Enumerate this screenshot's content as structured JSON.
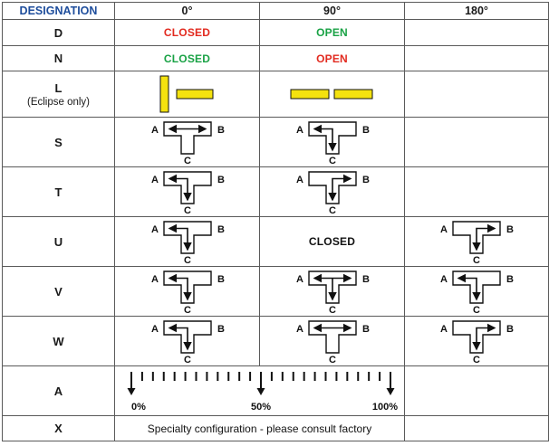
{
  "colors": {
    "designation": "#1f4e9c",
    "closed_red": "#e22a1f",
    "open_green": "#19a245",
    "seal_yellow": "#f4e20f"
  },
  "header": {
    "designation": "DESIGNATION",
    "col_0": "0°",
    "col_90": "90°",
    "col_180": "180°"
  },
  "rows": {
    "D": {
      "code": "D",
      "at_0": "CLOSED",
      "at_90": "OPEN"
    },
    "N": {
      "code": "N",
      "at_0": "CLOSED",
      "at_90": "OPEN"
    },
    "L": {
      "code": "L",
      "sub": "(Eclipse only)"
    },
    "S": {
      "code": "S"
    },
    "T": {
      "code": "T"
    },
    "U": {
      "code": "U",
      "at_90": "CLOSED"
    },
    "V": {
      "code": "V"
    },
    "W": {
      "code": "W"
    },
    "A": {
      "code": "A",
      "scale": [
        "0%",
        "50%",
        "100%"
      ]
    },
    "X": {
      "code": "X",
      "note": "Specialty configuration - please consult factory"
    }
  },
  "port_labels": {
    "a": "A",
    "b": "B",
    "c": "C"
  },
  "flow_icons": {
    "S": {
      "at_0": "a-b",
      "at_90": "a-c"
    },
    "T": {
      "at_0": "a-c",
      "at_90": "b-c"
    },
    "U": {
      "at_0": "a-c",
      "at_180": "b-c"
    },
    "V": {
      "at_0": "a-c",
      "at_90": "a-b-c",
      "at_180": "a-c"
    },
    "W": {
      "at_0": "a-c",
      "at_90": "a-b",
      "at_180": "b-c"
    }
  }
}
